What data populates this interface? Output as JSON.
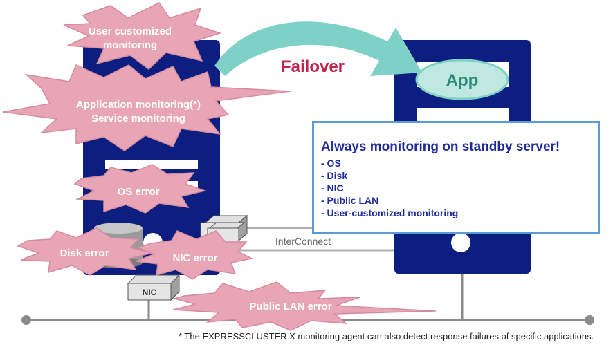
{
  "bursts": {
    "user_customized": [
      "User customized",
      "monitoring"
    ],
    "application": [
      "Application monitoring(*)",
      "Service monitoring"
    ],
    "os_error": "OS error",
    "disk_error": "Disk error",
    "nic_error": "NIC error",
    "public_lan_error": "Public LAN error"
  },
  "failover_label": "Failover",
  "app_label": "App",
  "interconnect_label": "InterConnect",
  "nic_label": "NIC",
  "nic_label_partial": "NI",
  "callout": {
    "title": "Always monitoring on standby server!",
    "items": [
      "- OS",
      "- Disk",
      "- NIC",
      "- Public LAN",
      "- User-customized monitoring"
    ]
  },
  "footnote": "* The EXPRESSCLUSTER X monitoring agent can also detect response failures of specific applications.",
  "colors": {
    "server": "#0c1e7f",
    "burst_fill": "#e8a5b5",
    "burst_stroke": "#d48aa0",
    "failover_arrow": "#7fd0c6",
    "failover_text": "#c0244e",
    "app_fill": "#bfe8e0",
    "callout_border": "#5b9bd5",
    "callout_text": "#1f2a9b",
    "network_line": "#8a8a8a"
  }
}
